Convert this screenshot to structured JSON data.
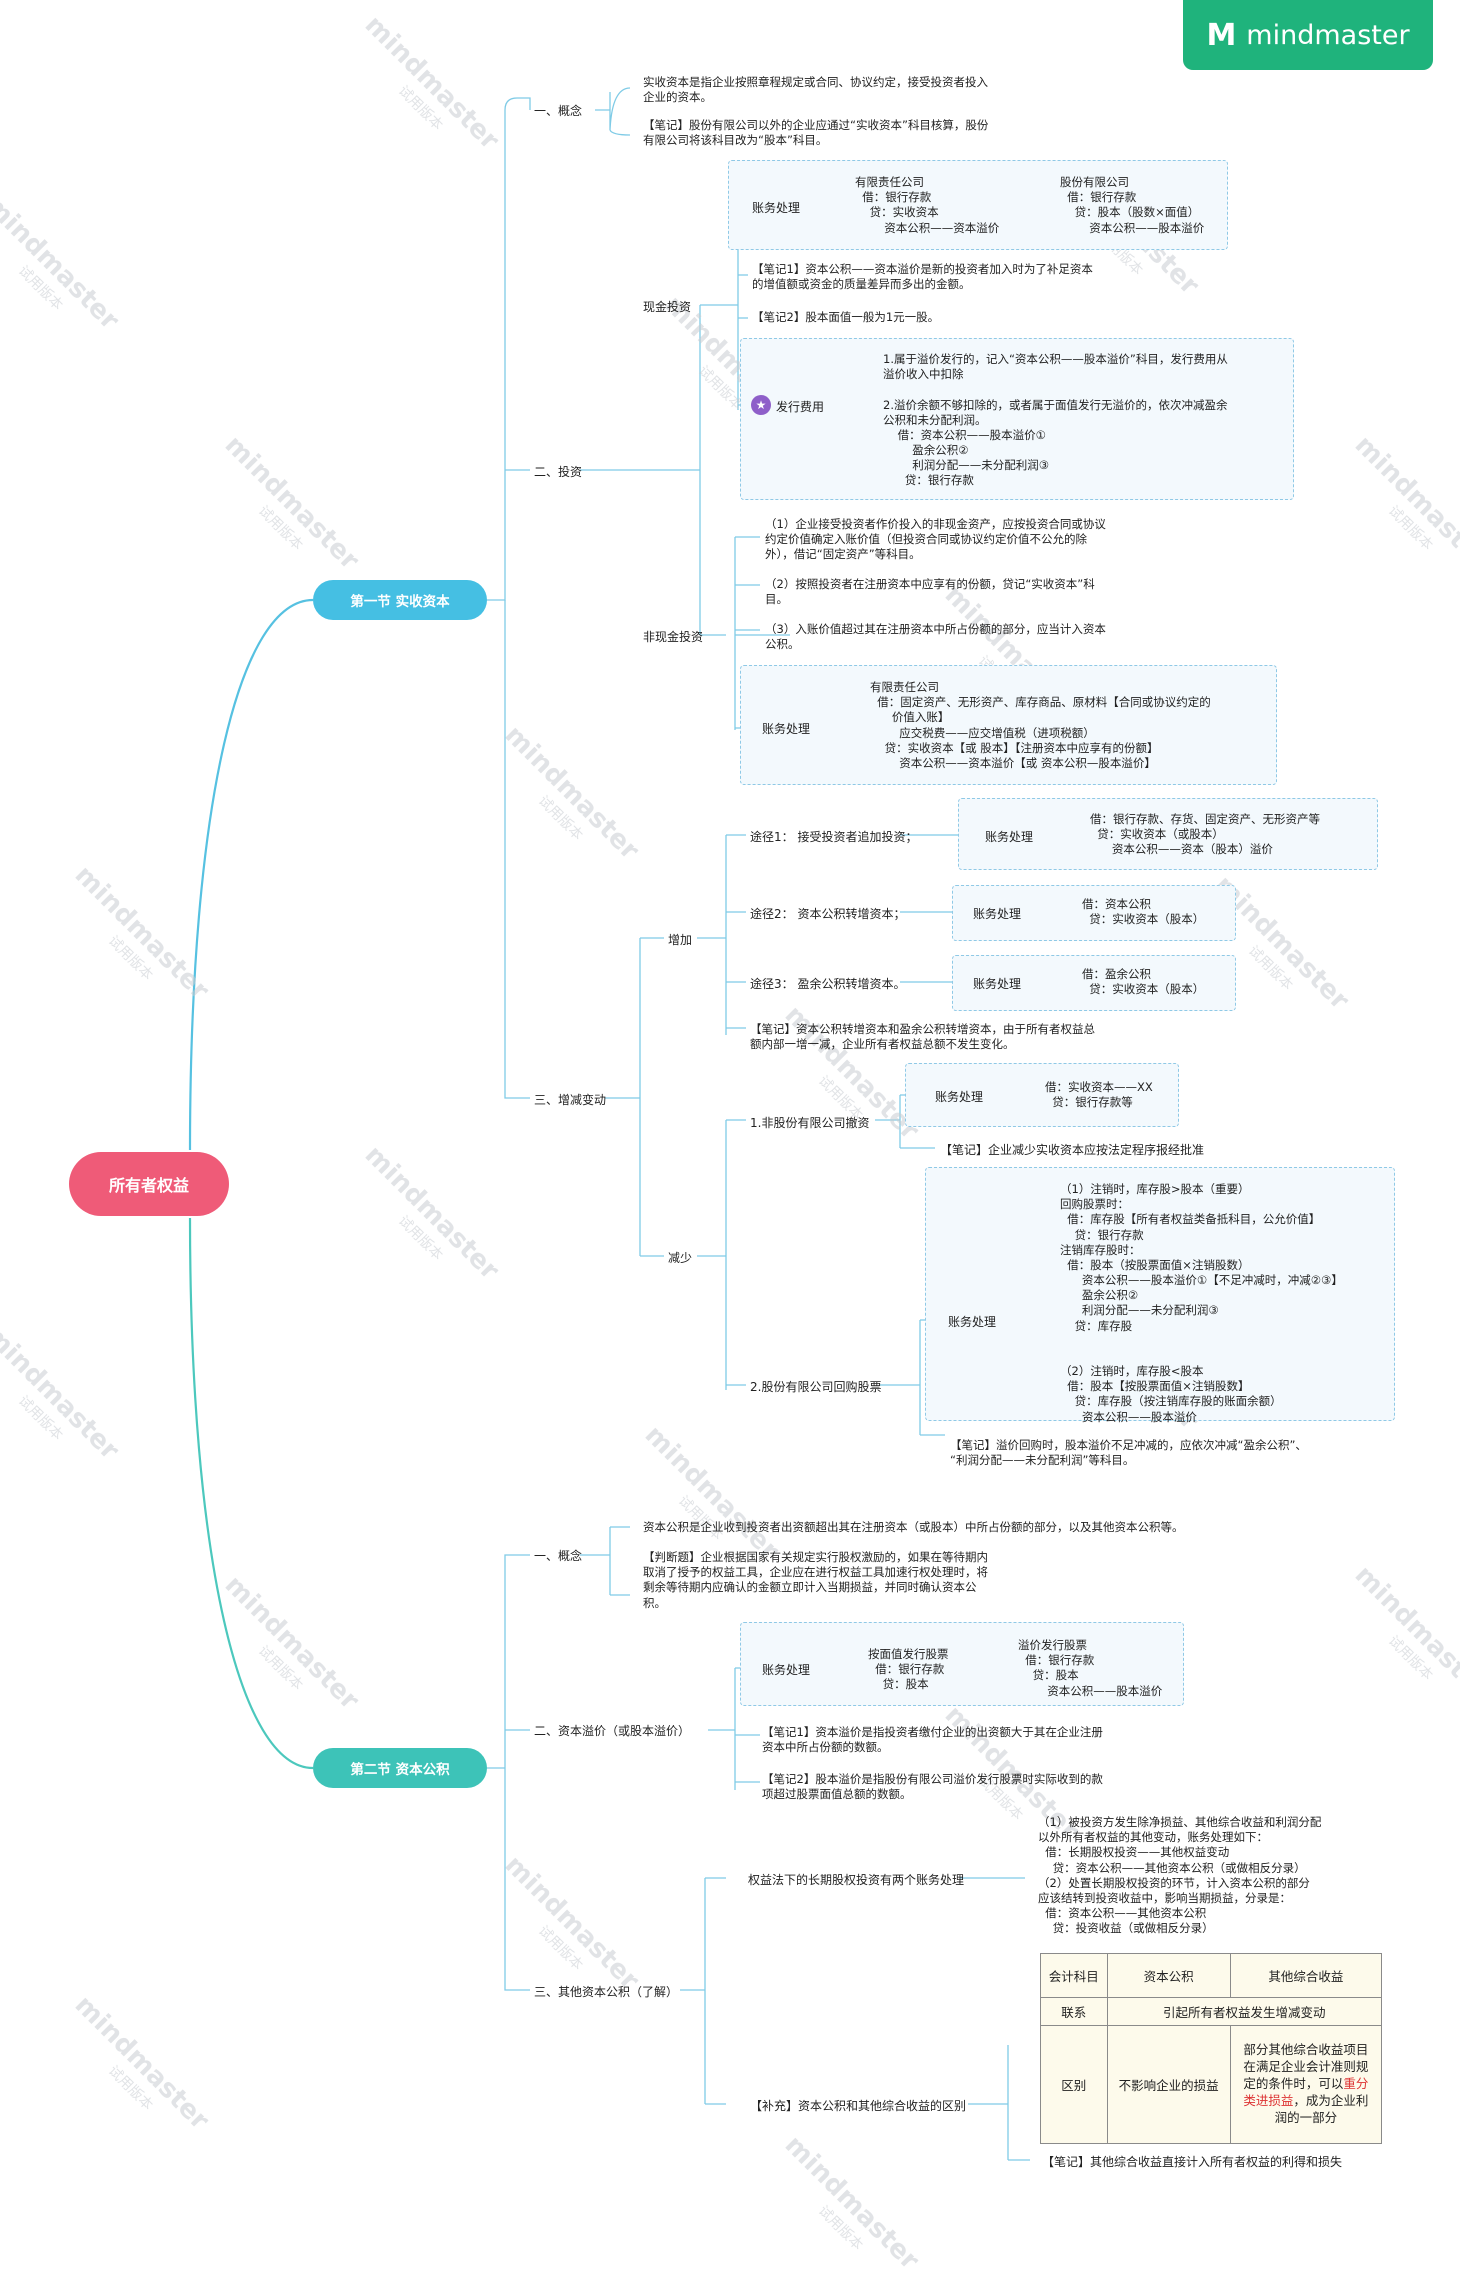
{
  "brand": {
    "logo_text": "mindmaster",
    "watermark_title": "mindmaster",
    "watermark_sub": "试用版本"
  },
  "root": "所有者权益",
  "s1": {
    "title": "第一节 实收资本",
    "concept": {
      "label": "一、概念",
      "def": "实收资本是指企业按照章程规定或合同、协议约定，接受投资者投入\n企业的资本。",
      "note": "【笔记】股份有限公司以外的企业应通过“实收资本”科目核算，股份\n有限公司将该科目改为“股本”科目。"
    },
    "invest": {
      "label": "二、投资",
      "cash": {
        "label": "现金投资",
        "acct_label": "账务处理",
        "ltd": "有限责任公司\n  借：银行存款\n    贷：实收资本\n        资本公积——资本溢价",
        "share": "股份有限公司\n  借：银行存款\n    贷：股本（股数×面值）\n        资本公积——股本溢价",
        "note1": "【笔记1】资本公积——资本溢价是新的投资者加入时为了补足资本\n的增值额或资金的质量差异而多出的金额。",
        "note2": "【笔记2】股本面值一般为1元一股。",
        "fee_label": "发行费用",
        "fee_text": "1.属于溢价发行的，记入“资本公积——股本溢价”科目，发行费用从\n溢价收入中扣除\n\n2.溢价余额不够扣除的，或者属于面值发行无溢价的，依次冲减盈余\n公积和未分配利润。\n    借：资本公积——股本溢价①\n        盈余公积②\n        利润分配——未分配利润③\n      贷：银行存款"
      },
      "noncash": {
        "label": "非现金投资",
        "p1": "（1）企业接受投资者作价投入的非现金资产，应按投资合同或协议\n约定价值确定入账价值（但投资合同或协议约定价值不公允的除\n外），借记“固定资产”等科目。",
        "p2": "（2）按照投资者在注册资本中应享有的份额，贷记“实收资本”科\n目。",
        "p3": "（3）入账价值超过其在注册资本中所占份额的部分，应当计入资本\n公积。",
        "acct_label": "账务处理",
        "acct": "有限责任公司\n  借：固定资产、无形资产、库存商品、原材料【合同或协议约定的\n      价值入账】\n        应交税费——应交增值税（进项税额）\n    贷：实收资本【或 股本】【注册资本中应享有的份额】\n        资本公积——资本溢价【或 资本公积—股本溢价】"
      }
    },
    "change": {
      "label": "三、增减变动",
      "inc": {
        "label": "增加",
        "w1": "途径1：  接受投资者追加投资；",
        "w1_acct_label": "账务处理",
        "w1_acct": "借：银行存款、存货、固定资产、无形资产等\n  贷：实收资本（或股本）\n      资本公积——资本（股本）溢价",
        "w2": "途径2：  资本公积转增资本；",
        "w2_acct_label": "账务处理",
        "w2_acct": "借：资本公积\n  贷：实收资本（股本）",
        "w3": "途径3：  盈余公积转增资本。",
        "w3_acct_label": "账务处理",
        "w3_acct": "借：盈余公积\n  贷：实收资本（股本）",
        "note": "【笔记】资本公积转增资本和盈余公积转增资本，由于所有者权益总\n额内部一增一减，企业所有者权益总额不发生变化。"
      },
      "dec": {
        "label": "减少",
        "d1": "1.非股份有限公司撤资",
        "d1_acct_label": "账务处理",
        "d1_acct": "借：实收资本——XX\n  贷：银行存款等",
        "d1_note": "【笔记】企业减少实收资本应按法定程序报经批准",
        "d2": "2.股份有限公司回购股票",
        "d2_acct_label": "账务处理",
        "d2_acct": "（1）注销时，库存股>股本（重要）\n回购股票时：\n  借：库存股【所有者权益类备抵科目，公允价值】\n    贷：银行存款\n注销库存股时：\n  借：股本（按股票面值×注销股数）\n      资本公积——股本溢价①【不足冲减时，冲减②③】\n      盈余公积②\n      利润分配——未分配利润③\n    贷：库存股\n\n\n（2）注销时，库存股<股本\n  借：股本【按股票面值×注销股数】\n    贷：库存股（按注销库存股的账面余额）\n      资本公积——股本溢价",
        "d2_note": "【笔记】溢价回购时，股本溢价不足冲减的，应依次冲减“盈余公积”、\n“利润分配——未分配利润”等科目。"
      }
    }
  },
  "s2": {
    "title": "第二节 资本公积",
    "concept": {
      "label": "一、概念",
      "def": "资本公积是企业收到投资者出资额超出其在注册资本（或股本）中所占份额的部分，以及其他资本公积等。",
      "judge": "【判断题】企业根据国家有关规定实行股权激励的，如果在等待期内\n取消了授予的权益工具，企业应在进行权益工具加速行权处理时，将\n剩余等待期内应确认的金额立即计入当期损益，并同时确认资本公\n积。"
    },
    "premium": {
      "label": "二、资本溢价（或股本溢价）",
      "acct_label": "账务处理",
      "par": "按面值发行股票\n  借：银行存款\n    贷：股本",
      "prem": "溢价发行股票\n  借：银行存款\n    贷：股本\n        资本公积——股本溢价",
      "note1": "【笔记1】资本溢价是指投资者缴付企业的出资额大于其在企业注册\n资本中所占份额的数额。",
      "note2": "【笔记2】股本溢价是指股份有限公司溢价发行股票时实际收到的款\n项超过股票面值总额的数额。"
    },
    "other": {
      "label": "三、其他资本公积（了解）",
      "equity_label": "权益法下的长期股权投资有两个账务处理",
      "equity_text": "（1）被投资方发生除净损益、其他综合收益和利润分配\n以外所有者权益的其他变动，账务处理如下：\n  借：长期股权投资——其他权益变动\n    贷：资本公积——其他资本公积（或做相反分录）\n（2）处置长期股权投资的环节，计入资本公积的部分\n应该结转到投资收益中，影响当期损益，分录是：\n  借：资本公积——其他资本公积\n    贷：投资收益（或做相反分录）",
      "supp_label": "【补充】资本公积和其他综合收益的区别",
      "table": {
        "h1": "会计科目",
        "h2": "资本公积",
        "h3": "其他综合收益",
        "r1c1": "联系",
        "r1c2": "引起所有者权益发生增减变动",
        "r2c1": "区别",
        "r2c2": "不影响企业的损益",
        "r2c3a": "部分其他综合收益项目\n在满足企业会计准则规\n定的条件时，可以",
        "r2c3red": "重分\n类进损益",
        "r2c3b": "，成为企业利\n润的一部分"
      },
      "note": "【笔记】其他综合收益直接计入所有者权益的利得和损失"
    }
  },
  "colors": {
    "root": "#ef5b78",
    "s1": "#45bfe3",
    "s2": "#3dc3b8",
    "line_s1": "#56c1e1",
    "line_s2": "#4cc8bd",
    "brand": "#1fb37c"
  }
}
